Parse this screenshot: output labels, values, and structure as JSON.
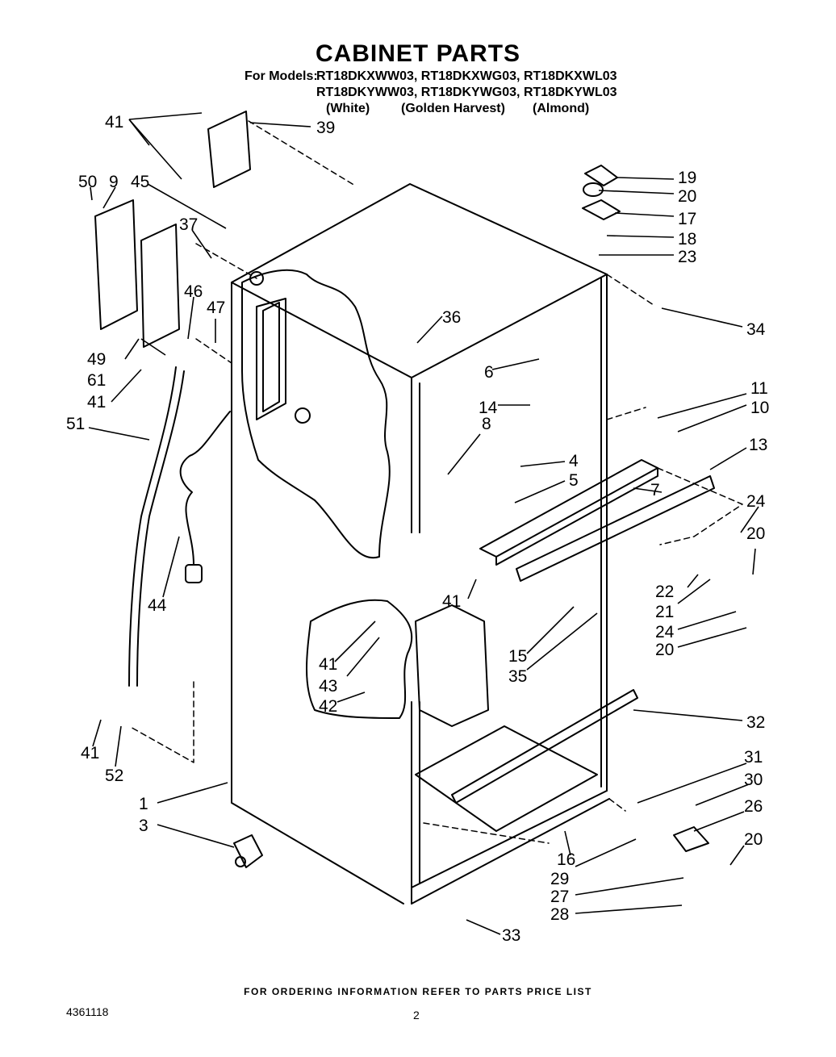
{
  "header": {
    "title": "CABINET PARTS",
    "models_prefix": "For Models:",
    "models_line1": "RT18DKXWW03, RT18DKXWG03, RT18DKXWL03",
    "models_line2": "RT18DKYWW03, RT18DKYWG03, RT18DKYWL03",
    "color_white": "(White)",
    "color_golden": "(Golden Harvest)",
    "color_almond": "(Almond)"
  },
  "footer": {
    "ordering_note": "FOR ORDERING INFORMATION REFER TO PARTS PRICE LIST",
    "doc_number": "4361118",
    "page_number": "2"
  },
  "callouts": [
    {
      "id": "c41a",
      "text": "41"
    },
    {
      "id": "c39",
      "text": "39"
    },
    {
      "id": "c50",
      "text": "50"
    },
    {
      "id": "c9",
      "text": "9"
    },
    {
      "id": "c45",
      "text": "45"
    },
    {
      "id": "c37",
      "text": "37"
    },
    {
      "id": "c46",
      "text": "46"
    },
    {
      "id": "c47",
      "text": "47"
    },
    {
      "id": "c49",
      "text": "49"
    },
    {
      "id": "c61",
      "text": "61"
    },
    {
      "id": "c41b",
      "text": "41"
    },
    {
      "id": "c51",
      "text": "51"
    },
    {
      "id": "c44",
      "text": "44"
    },
    {
      "id": "c19",
      "text": "19"
    },
    {
      "id": "c20a",
      "text": "20"
    },
    {
      "id": "c17",
      "text": "17"
    },
    {
      "id": "c18",
      "text": "18"
    },
    {
      "id": "c23",
      "text": "23"
    },
    {
      "id": "c34",
      "text": "34"
    },
    {
      "id": "c36",
      "text": "36"
    },
    {
      "id": "c6",
      "text": "6"
    },
    {
      "id": "c14",
      "text": "14"
    },
    {
      "id": "c11",
      "text": "11"
    },
    {
      "id": "c10",
      "text": "10"
    },
    {
      "id": "c8",
      "text": "8"
    },
    {
      "id": "c13",
      "text": "13"
    },
    {
      "id": "c4",
      "text": "4"
    },
    {
      "id": "c5",
      "text": "5"
    },
    {
      "id": "c7",
      "text": "7"
    },
    {
      "id": "c24a",
      "text": "24"
    },
    {
      "id": "c20b",
      "text": "20"
    },
    {
      "id": "c22",
      "text": "22"
    },
    {
      "id": "c21",
      "text": "21"
    },
    {
      "id": "c24b",
      "text": "24"
    },
    {
      "id": "c20c",
      "text": "20"
    },
    {
      "id": "c41c",
      "text": "41"
    },
    {
      "id": "c15",
      "text": "15"
    },
    {
      "id": "c35",
      "text": "35"
    },
    {
      "id": "c41d",
      "text": "41"
    },
    {
      "id": "c43",
      "text": "43"
    },
    {
      "id": "c42",
      "text": "42"
    },
    {
      "id": "c32",
      "text": "32"
    },
    {
      "id": "c41e",
      "text": "41"
    },
    {
      "id": "c52",
      "text": "52"
    },
    {
      "id": "c31",
      "text": "31"
    },
    {
      "id": "c30",
      "text": "30"
    },
    {
      "id": "c26",
      "text": "26"
    },
    {
      "id": "c20d",
      "text": "20"
    },
    {
      "id": "c1",
      "text": "1"
    },
    {
      "id": "c3",
      "text": "3"
    },
    {
      "id": "c16",
      "text": "16"
    },
    {
      "id": "c29",
      "text": "29"
    },
    {
      "id": "c27",
      "text": "27"
    },
    {
      "id": "c28",
      "text": "28"
    },
    {
      "id": "c33",
      "text": "33"
    }
  ]
}
